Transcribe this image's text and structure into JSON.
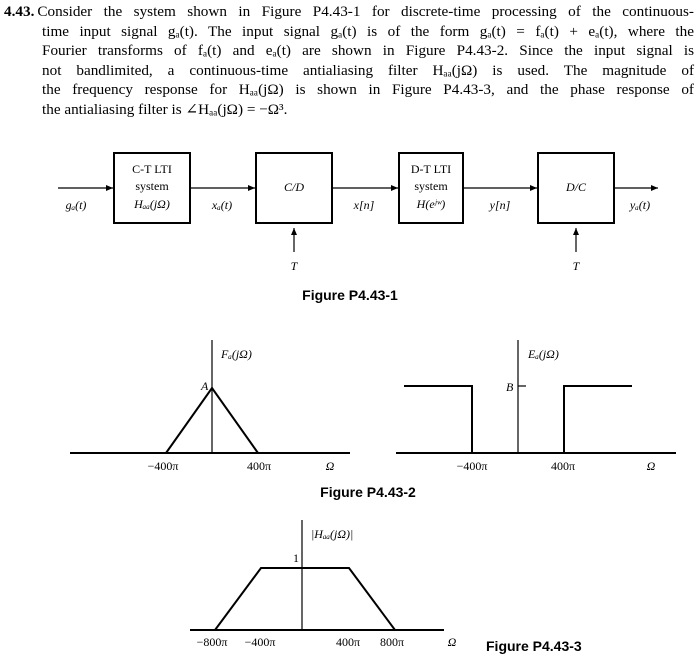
{
  "problem": {
    "number": "4.43.",
    "lines": [
      "Consider the system shown in Figure P4.43-1 for discrete-time processing of the continuous-",
      "time input signal gₐ(t). The input signal gₐ(t) is of the form gₐ(t) = fₐ(t) + eₐ(t), where the",
      "Fourier transforms of fₐ(t) and eₐ(t) are shown in Figure P4.43-2. Since the input signal is",
      "not bandlimited, a continuous-time antialiasing filter Hₐₐ(jΩ) is used. The magnitude of",
      "the frequency response for Hₐₐ(jΩ) is shown in Figure P4.43-3, and the phase response of",
      "the antialiasing filter is ∠Hₐₐ(jΩ) = −Ω³."
    ]
  },
  "fig1": {
    "caption": "Figure P4.43-1",
    "blocks": [
      {
        "lines": [
          "C-T LTI",
          "system",
          "Hₐₐ(jΩ)"
        ]
      },
      {
        "lines": [
          "C/D"
        ]
      },
      {
        "lines": [
          "D-T LTI",
          "system",
          "H(eʲʷ)"
        ]
      },
      {
        "lines": [
          "D/C"
        ]
      }
    ],
    "signals": [
      "gₐ(t)",
      "xₐ(t)",
      "x[n]",
      "y[n]",
      "yₐ(t)"
    ],
    "sampling_labels": [
      "T",
      "T"
    ]
  },
  "fig2": {
    "caption": "Figure P4.43-2",
    "left": {
      "ylabel": "Fₐ(jΩ)",
      "peak_label": "A",
      "ticks": [
        "−400π",
        "400π"
      ],
      "axis": "Ω"
    },
    "right": {
      "ylabel": "Eₐ(jΩ)",
      "level_label": "B",
      "ticks": [
        "−400π",
        "400π"
      ],
      "axis": "Ω"
    }
  },
  "fig3": {
    "caption": "Figure P4.43-3",
    "ylabel": "|Hₐₐ(jΩ)|",
    "level_label": "1",
    "ticks": [
      "−800π",
      "−400π",
      "400π",
      "800π"
    ],
    "axis": "Ω"
  }
}
